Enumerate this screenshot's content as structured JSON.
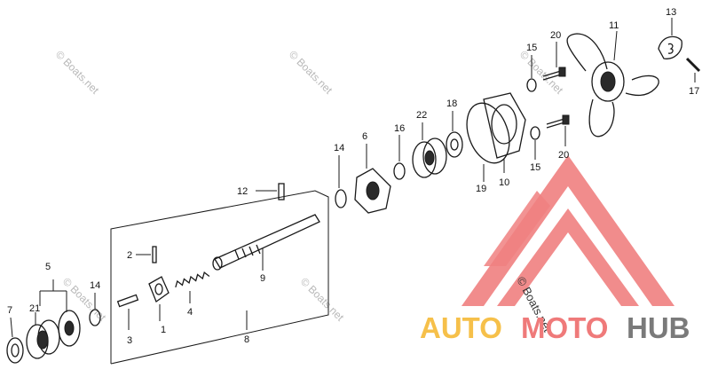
{
  "diagram": {
    "labels": [
      {
        "id": "p1",
        "text": "1"
      },
      {
        "id": "p2",
        "text": "2"
      },
      {
        "id": "p3",
        "text": "3"
      },
      {
        "id": "p4",
        "text": "4"
      },
      {
        "id": "p5",
        "text": "5"
      },
      {
        "id": "p6",
        "text": "6"
      },
      {
        "id": "p7",
        "text": "7"
      },
      {
        "id": "p8",
        "text": "8"
      },
      {
        "id": "p9",
        "text": "9"
      },
      {
        "id": "p10",
        "text": "10"
      },
      {
        "id": "p11",
        "text": "11"
      },
      {
        "id": "p12",
        "text": "12"
      },
      {
        "id": "p13",
        "text": "13"
      },
      {
        "id": "p14a",
        "text": "14"
      },
      {
        "id": "p14b",
        "text": "14"
      },
      {
        "id": "p15a",
        "text": "15"
      },
      {
        "id": "p15b",
        "text": "15"
      },
      {
        "id": "p16",
        "text": "16"
      },
      {
        "id": "p17",
        "text": "17"
      },
      {
        "id": "p18",
        "text": "18"
      },
      {
        "id": "p19",
        "text": "19"
      },
      {
        "id": "p20a",
        "text": "20"
      },
      {
        "id": "p20b",
        "text": "20"
      },
      {
        "id": "p21",
        "text": "21"
      },
      {
        "id": "p22",
        "text": "22"
      }
    ],
    "watermark_text": "© Boats.net"
  },
  "logo": {
    "word_part1": "AUTO",
    "word_part2": "MOTO",
    "word_part3": "HUB",
    "colors": {
      "triangle": "#f08080",
      "auto": "#f6c04a",
      "moto": "#ef7a7a",
      "hub": "#7a7a7a"
    }
  }
}
